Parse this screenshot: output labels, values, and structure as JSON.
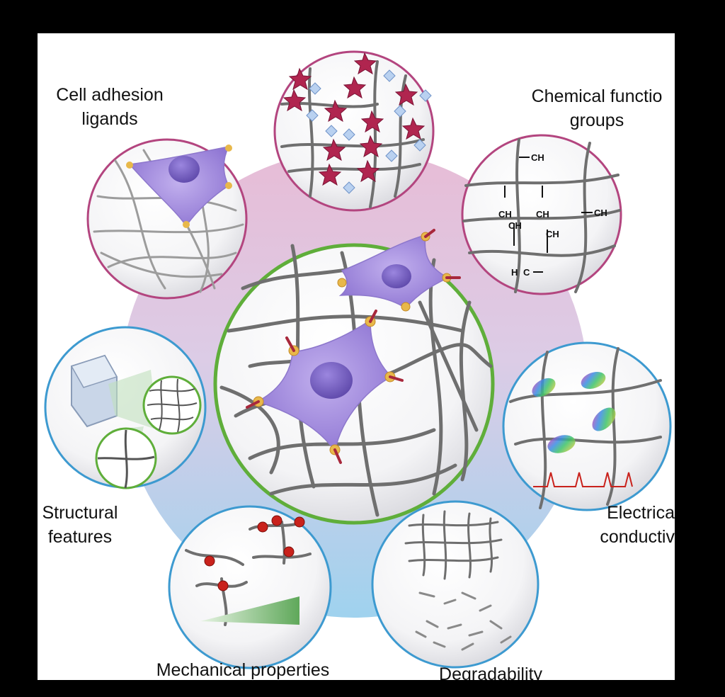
{
  "labels": {
    "cell_adhesion": [
      "Cell adhesion",
      "ligands"
    ],
    "chemical": [
      "Chemical functio",
      "groups"
    ],
    "structural": [
      "Structural",
      "features"
    ],
    "electrical": [
      "Electrica",
      "conductiv"
    ],
    "mechanical": "Mechanical properties",
    "degradability": "Degradability"
  },
  "chem_groups": [
    "CH",
    "CH",
    "CH",
    "CH",
    "CH",
    "CH",
    "H",
    "C"
  ],
  "colors": {
    "ring_magenta": "#d9b0cf",
    "ring_blue": "#9fd0ec",
    "circle_magenta": "#b3457f",
    "circle_blue": "#3d9ad0",
    "circle_green": "#5fae3a",
    "cell": "#a58ddc",
    "nucleus": "#7a64c2",
    "fiber": "#6f6f6f",
    "ligand": "#e8b84a",
    "star": "#b0254f",
    "node": "#c9221c"
  }
}
